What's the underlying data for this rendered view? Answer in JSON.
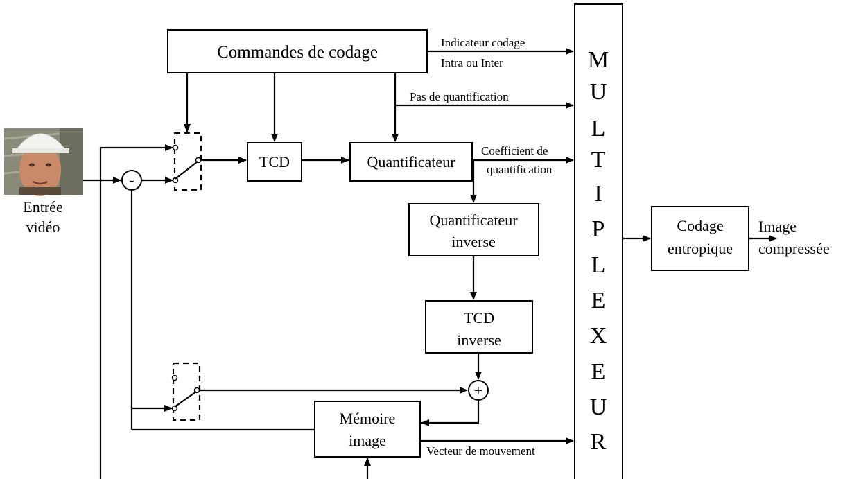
{
  "blocks": {
    "commandes": "Commandes de codage",
    "tcd": "TCD",
    "quantificateur": "Quantificateur",
    "quant_inverse": [
      "Quantificateur",
      "inverse"
    ],
    "tcd_inverse": [
      "TCD",
      "inverse"
    ],
    "memoire": [
      "Mémoire",
      "image"
    ],
    "codage": [
      "Codage",
      "entropique"
    ],
    "multiplexeur": [
      "M",
      "U",
      "L",
      "T",
      "I",
      "P",
      "L",
      "E",
      "X",
      "E",
      "U",
      "R"
    ]
  },
  "labels": {
    "indicateur": [
      "Indicateur codage",
      "Intra ou Inter"
    ],
    "pas": "Pas de quantification",
    "coefficient": [
      "Coefficient de",
      "quantification"
    ],
    "vecteur": "Vecteur de mouvement",
    "image_compressee": [
      "Image",
      "compressée"
    ],
    "entree": [
      "Entrée",
      "vidéo"
    ],
    "minus": "-",
    "plus": "+"
  }
}
